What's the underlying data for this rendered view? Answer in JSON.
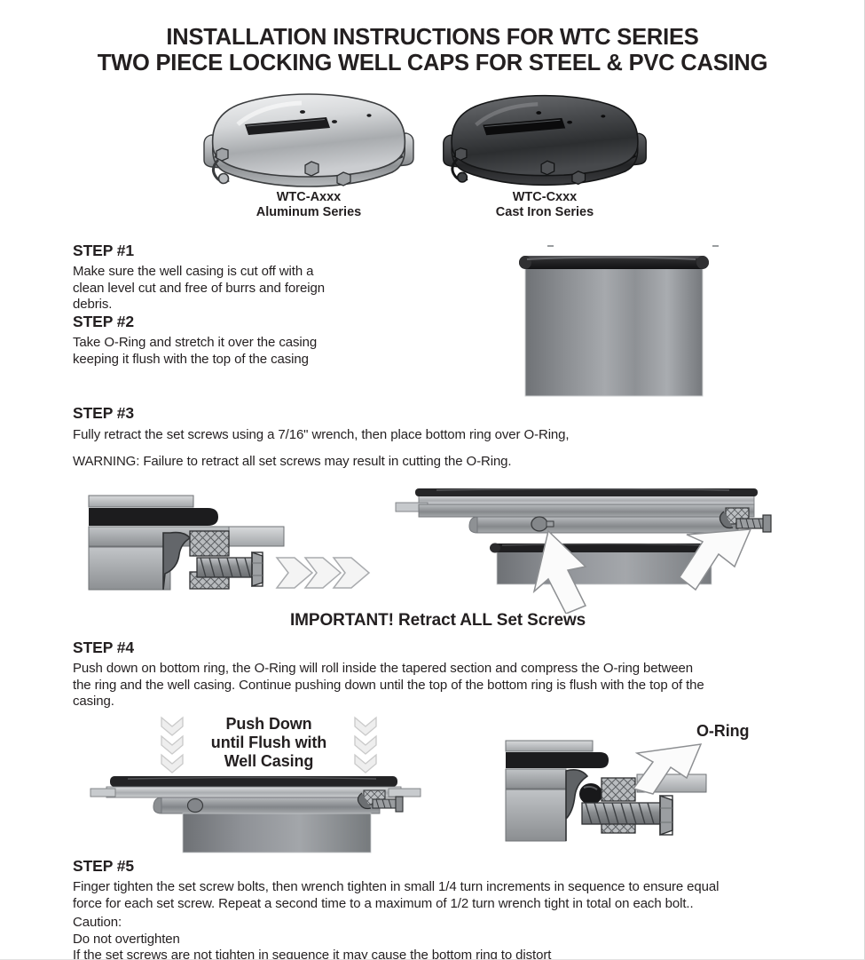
{
  "document": {
    "title_line1": "INSTALLATION INSTRUCTIONS FOR WTC SERIES",
    "title_line2": "TWO PIECE LOCKING WELL CAPS FOR STEEL & PVC CASING"
  },
  "products": [
    {
      "model": "WTC-Axxx",
      "series": "Aluminum Series",
      "icon": "well-cap-aluminum-icon",
      "color": "#b9bbbd"
    },
    {
      "model": "WTC-Cxxx",
      "series": "Cast Iron Series",
      "icon": "well-cap-cast-iron-icon",
      "color": "#3c3c3e"
    }
  ],
  "steps": [
    {
      "heading": "STEP #1",
      "lines": [
        "Make sure the well casing is cut off with a",
        "clean level cut and free of burrs and foreign",
        "debris."
      ]
    },
    {
      "heading": "STEP #2",
      "lines": [
        "Take O-Ring and stretch it over the casing",
        "keeping it flush with the top of the casing"
      ]
    },
    {
      "heading": "STEP #3",
      "lines": [
        "Fully retract the set screws using a 7/16\" wrench, then place bottom ring over O-Ring,",
        "WARNING: Failure to retract all set screws may result in cutting the O-Ring."
      ]
    },
    {
      "heading": "STEP #4",
      "lines": [
        "Push down on bottom ring, the O-Ring will roll inside the  tapered section and compress the O-ring between",
        "the ring and the well casing. Continue pushing down until the top of the bottom ring is flush with the top of the",
        "casing."
      ]
    },
    {
      "heading": "STEP #5",
      "lines": [
        "Finger tighten the set screw bolts, then wrench tighten in small 1/4 turn increments in sequence to ensure equal",
        "force for each set screw. Repeat a second time to a maximum of 1/2 turn wrench tight in total on each bolt.."
      ],
      "caution": [
        "Caution:",
        "Do not overtighten",
        "If the set screws are not tighten in sequence it may cause the bottom ring to distort"
      ]
    }
  ],
  "callouts": {
    "important": "IMPORTANT! Retract ALL Set Screws",
    "push_down_line1": "Push Down",
    "push_down_line2": "until Flush with",
    "push_down_line3": "Well Casing",
    "oring": "O-Ring"
  },
  "figures": {
    "casing_cylinder": "well-casing-with-oring-figure",
    "setscrew_section": "set-screw-cross-section-figure",
    "ring_over_casing": "bottom-ring-over-casing-figure",
    "ring_seated": "bottom-ring-seated-figure",
    "oring_detail": "oring-compression-detail-figure"
  },
  "colors": {
    "text": "#231f20",
    "metal_light": "#d4d6d8",
    "metal_mid": "#9a9da0",
    "metal_dark": "#6e7174",
    "oring_black": "#1f1f21",
    "arrow_fill": "#fbfbfb",
    "arrow_stroke": "#8d8f92",
    "chevron_fill": "#ededed",
    "chevron_stroke": "#c9c9c9"
  }
}
